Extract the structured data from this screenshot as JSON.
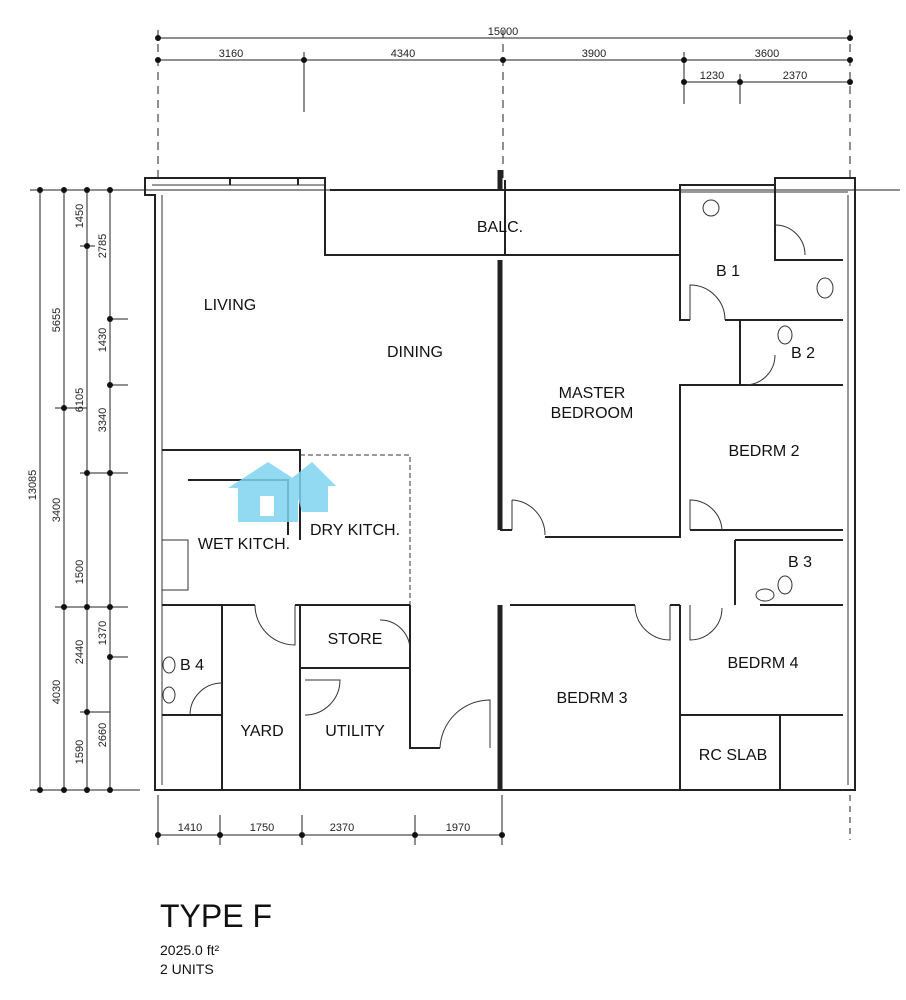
{
  "plan": {
    "type_label": "TYPE F",
    "area": "2025.0 ft²",
    "units": "2 UNITS"
  },
  "rooms": {
    "balcony": "BALC.",
    "living": "LIVING",
    "dining": "DINING",
    "master_line1": "MASTER",
    "master_line2": "BEDROOM",
    "b1": "B 1",
    "b2": "B 2",
    "bedrm2": "BEDRM 2",
    "b3": "B 3",
    "bedrm4": "BEDRM 4",
    "bedrm3": "BEDRM 3",
    "rc_slab": "RC SLAB",
    "wet_kitchen": "WET KITCH.",
    "dry_kitchen": "DRY KITCH.",
    "store": "STORE",
    "utility": "UTILITY",
    "yard": "YARD",
    "b4": "B 4"
  },
  "dimensions": {
    "top_total": "15000",
    "top": [
      "3160",
      "4340",
      "3900",
      "3600"
    ],
    "top_sub": [
      "1230",
      "2370"
    ],
    "bottom": [
      "1410",
      "1750",
      "2370",
      "1970"
    ],
    "left_total": "13085",
    "left_col2": [
      "5655",
      "3400",
      "4030"
    ],
    "left_col3": [
      "1450",
      "6105",
      "1500",
      "2440",
      "1590"
    ],
    "left_col4": [
      "2785",
      "1430",
      "3340",
      "1370",
      "2660"
    ]
  },
  "colors": {
    "watermark": "#7fd3f0",
    "walls": "#222222"
  }
}
